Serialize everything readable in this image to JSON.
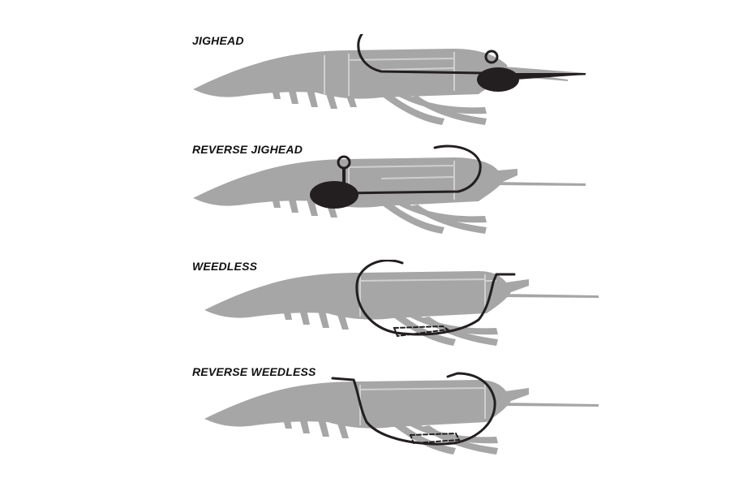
{
  "rigs": [
    {
      "title": "JIGHEAD",
      "hook_style": "jighead"
    },
    {
      "title": "REVERSE JIGHEAD",
      "hook_style": "reverse-jighead"
    },
    {
      "title": "WEEDLESS",
      "hook_style": "weedless"
    },
    {
      "title": "REVERSE WEEDLESS",
      "hook_style": "reverse-weedless"
    }
  ],
  "colors": {
    "background": "#ffffff",
    "shrimp_body": "#a6a6a6",
    "shrimp_lines": "#c9c9c9",
    "hook": "#231f20",
    "title": "#111111"
  }
}
